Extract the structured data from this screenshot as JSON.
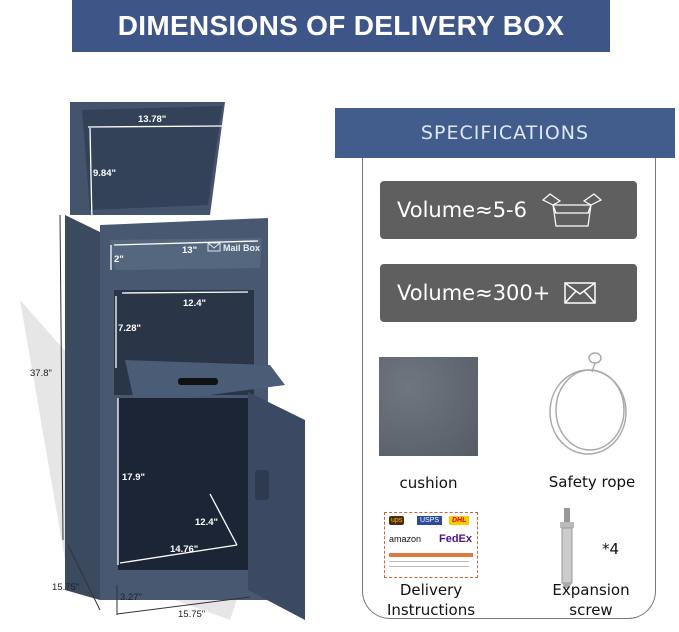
{
  "title": "DIMENSIONS OF DELIVERY BOX",
  "diagram": {
    "brand_label": "Mail Box",
    "dimensions": {
      "lid_width": "13.78\"",
      "lid_depth": "9.84\"",
      "slot_width": "13\"",
      "slot_height": "2\"",
      "drawer_width": "12.4\"",
      "drawer_height": "7.28\"",
      "total_height": "37.8\"",
      "cabinet_height": "17.9\"",
      "cabinet_depth": "12.4\"",
      "cabinet_width": "14.76\"",
      "base_depth": "15.75\"",
      "base_width": "15.75\"",
      "leg_height": "3.27\""
    }
  },
  "specifications": {
    "header": "SPECIFICATIONS",
    "items": [
      {
        "label": "Volume≈5-6",
        "icon": "open-box-icon"
      },
      {
        "label": "Volume≈300+",
        "icon": "envelope-icon"
      }
    ],
    "accessories": [
      {
        "label": "cushion"
      },
      {
        "label": "Safety rope"
      },
      {
        "label_line1": "Delivery",
        "label_line2": "Instructions",
        "logos": [
          "ups",
          "USPS",
          "DHL",
          "amazon",
          "FedEx"
        ]
      },
      {
        "label_line1": "Expansion",
        "label_line2": "screw",
        "qty": "*4"
      }
    ]
  },
  "colors": {
    "banner": "#3d5687",
    "box": "#3a4a63",
    "pill": "#5f5f5f"
  }
}
